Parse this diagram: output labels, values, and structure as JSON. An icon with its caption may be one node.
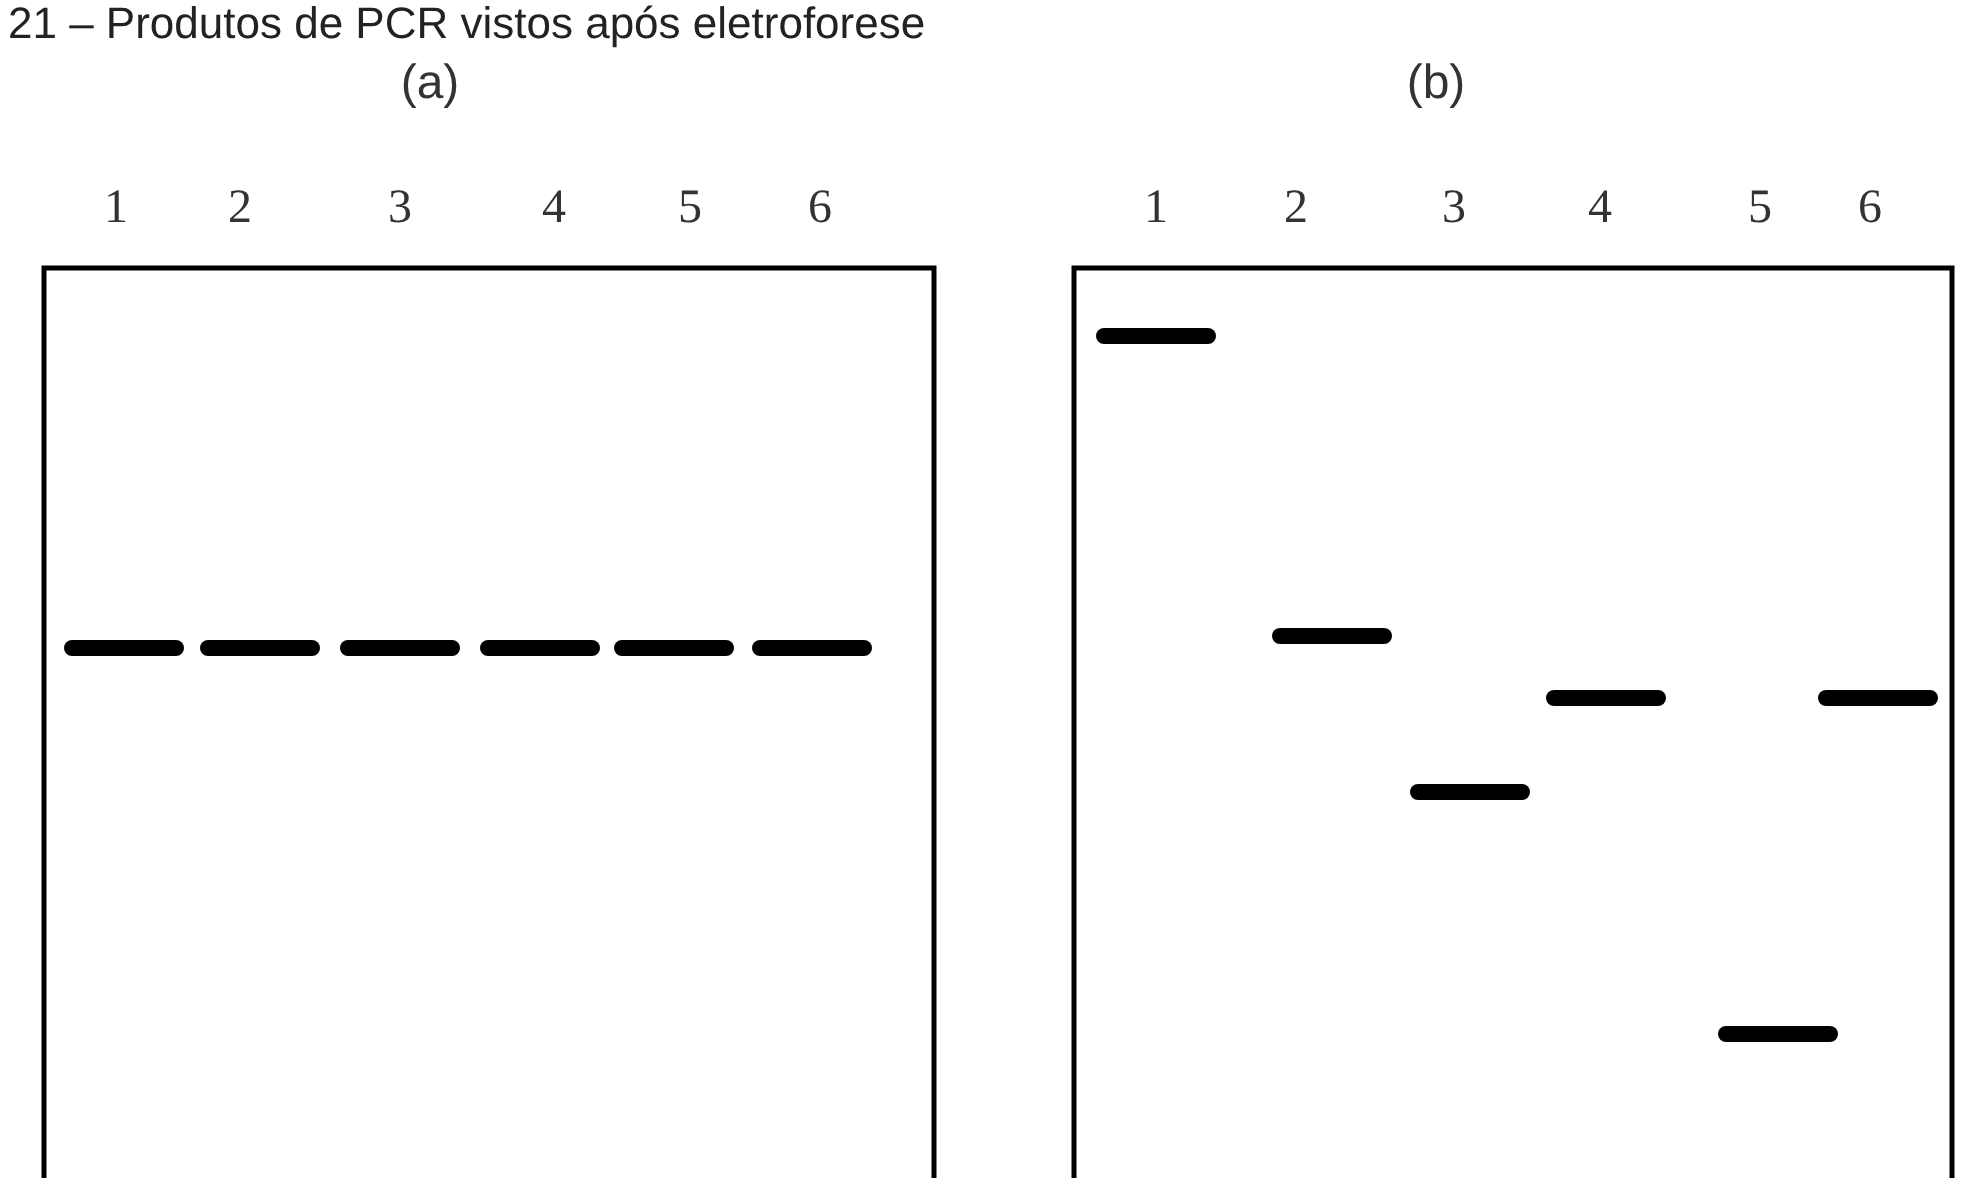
{
  "diagram": {
    "title": "21 – Produtos de PCR vistos após eletroforese",
    "labels": [
      "(a)",
      "1",
      "2",
      "3",
      "4",
      "5",
      "6",
      "(b)",
      "1",
      "2",
      "3",
      "4",
      "5",
      "6"
    ]
  }
}
